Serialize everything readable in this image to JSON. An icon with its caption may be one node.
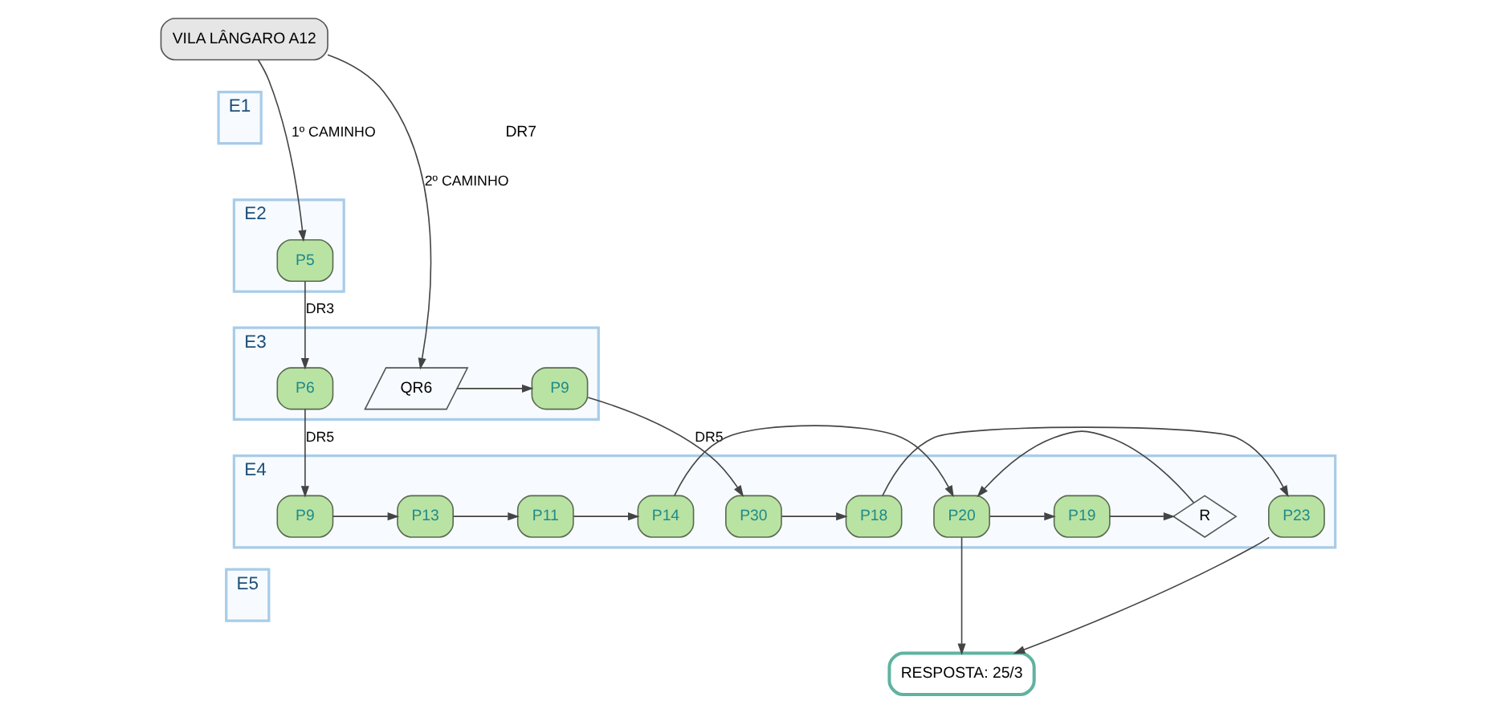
{
  "diagram": {
    "nodes": [
      {
        "text": [
          "VILA LÂNGARO A12"
        ]
      },
      {
        "text": [
          "E1"
        ]
      },
      {
        "text": [
          "E2"
        ]
      },
      {
        "text": [
          "P5"
        ],
        "in": 2
      },
      {
        "text": [
          "E3"
        ]
      },
      {
        "text": [
          "P6"
        ],
        "in": 4
      },
      {
        "text": [
          "QR6"
        ],
        "in": 4
      },
      {
        "text": [
          "P9"
        ],
        "in": 4
      },
      {
        "text": [
          "E4"
        ]
      },
      {
        "text": [
          "P9"
        ],
        "in": 8
      },
      {
        "text": [
          "P13"
        ],
        "in": 8
      },
      {
        "text": [
          "P11"
        ],
        "in": 8
      },
      {
        "text": [
          "P14"
        ],
        "in": 8
      },
      {
        "text": [
          "P20"
        ],
        "in": 8
      },
      {
        "text": [
          "P19"
        ],
        "in": 8
      },
      {
        "text": [
          "R"
        ],
        "in": 8
      },
      {
        "text": [
          "P30"
        ],
        "in": 8
      },
      {
        "text": [
          "P18"
        ],
        "in": 8
      },
      {
        "text": [
          "P23"
        ],
        "in": 8
      },
      {
        "text": [
          "E5"
        ]
      },
      {
        "text": [
          "RESPOSTA: 25/3"
        ]
      }
    ],
    "edges": [
      {
        "from": 0,
        "to": 3,
        "arrow": "to",
        "label": "1º CAMINHO"
      },
      {
        "from": 0,
        "to": 6,
        "arrow": "to",
        "label": "2º CAMINHO"
      },
      {
        "from": 3,
        "to": 5,
        "arrow": "to",
        "label": "DR3"
      },
      {
        "from": 5,
        "to": 9,
        "arrow": "to",
        "label": "DR5"
      },
      {
        "from": 9,
        "to": 10,
        "arrow": "to"
      },
      {
        "from": 10,
        "to": 11,
        "arrow": "to"
      },
      {
        "from": 11,
        "to": 12,
        "arrow": "to"
      },
      {
        "from": 12,
        "to": 13,
        "arrow": "to"
      },
      {
        "from": 13,
        "to": 14,
        "arrow": "to"
      },
      {
        "from": 14,
        "to": 15,
        "arrow": "to"
      },
      {
        "from": 15,
        "to": 13,
        "arrow": "to"
      },
      {
        "from": 13,
        "to": 20,
        "arrow": "to"
      },
      {
        "from": 6,
        "to": 7,
        "arrow": "to"
      },
      {
        "from": 7,
        "to": 16,
        "arrow": "to",
        "label": "DR5"
      },
      {
        "from": 16,
        "to": 17,
        "arrow": "to"
      },
      {
        "from": 17,
        "to": 18,
        "arrow": "to"
      },
      {
        "from": 18,
        "to": 20,
        "arrow": "to"
      }
    ],
    "labels": [
      "DR7"
    ]
  }
}
